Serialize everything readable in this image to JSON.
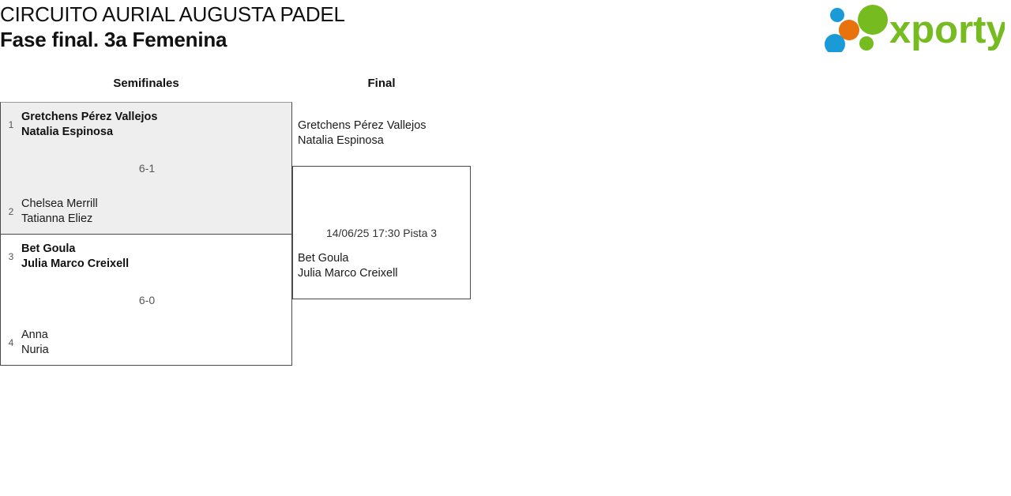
{
  "header": {
    "title_line1": "CIRCUITO AURIAL AUGUSTA PADEL",
    "title_line2": "Fase final. 3a Femenina",
    "logo_text": "xporty",
    "logo_colors": {
      "green": "#76bc21",
      "blue": "#1a9bd7",
      "orange": "#e8720c"
    }
  },
  "rounds": [
    {
      "label": "Semifinales"
    },
    {
      "label": "Final"
    }
  ],
  "semifinals": [
    {
      "shaded": true,
      "score": "6-1",
      "teams": [
        {
          "seed": "1",
          "player1": "Gretchens Pérez Vallejos",
          "player2": "Natalia Espinosa",
          "winner": true
        },
        {
          "seed": "2",
          "player1": "Chelsea Merrill",
          "player2": "Tatianna Eliez",
          "winner": false
        }
      ]
    },
    {
      "shaded": false,
      "score": "6-0",
      "teams": [
        {
          "seed": "3",
          "player1": "Bet Goula",
          "player2": "Julia Marco Creixell",
          "winner": true
        },
        {
          "seed": "4",
          "player1": "Anna",
          "player2": "Nuria",
          "winner": false
        }
      ]
    }
  ],
  "final": {
    "meta": "14/06/25 17:30 Pista 3",
    "teams": [
      {
        "player1": "Gretchens Pérez Vallejos",
        "player2": "Natalia Espinosa"
      },
      {
        "player1": "Bet Goula",
        "player2": "Julia Marco Creixell"
      }
    ]
  }
}
